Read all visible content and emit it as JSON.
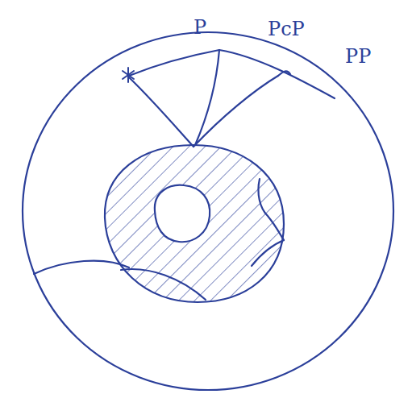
{
  "diagram": {
    "labels": [
      "P",
      "PcP",
      "PP"
    ]
  }
}
